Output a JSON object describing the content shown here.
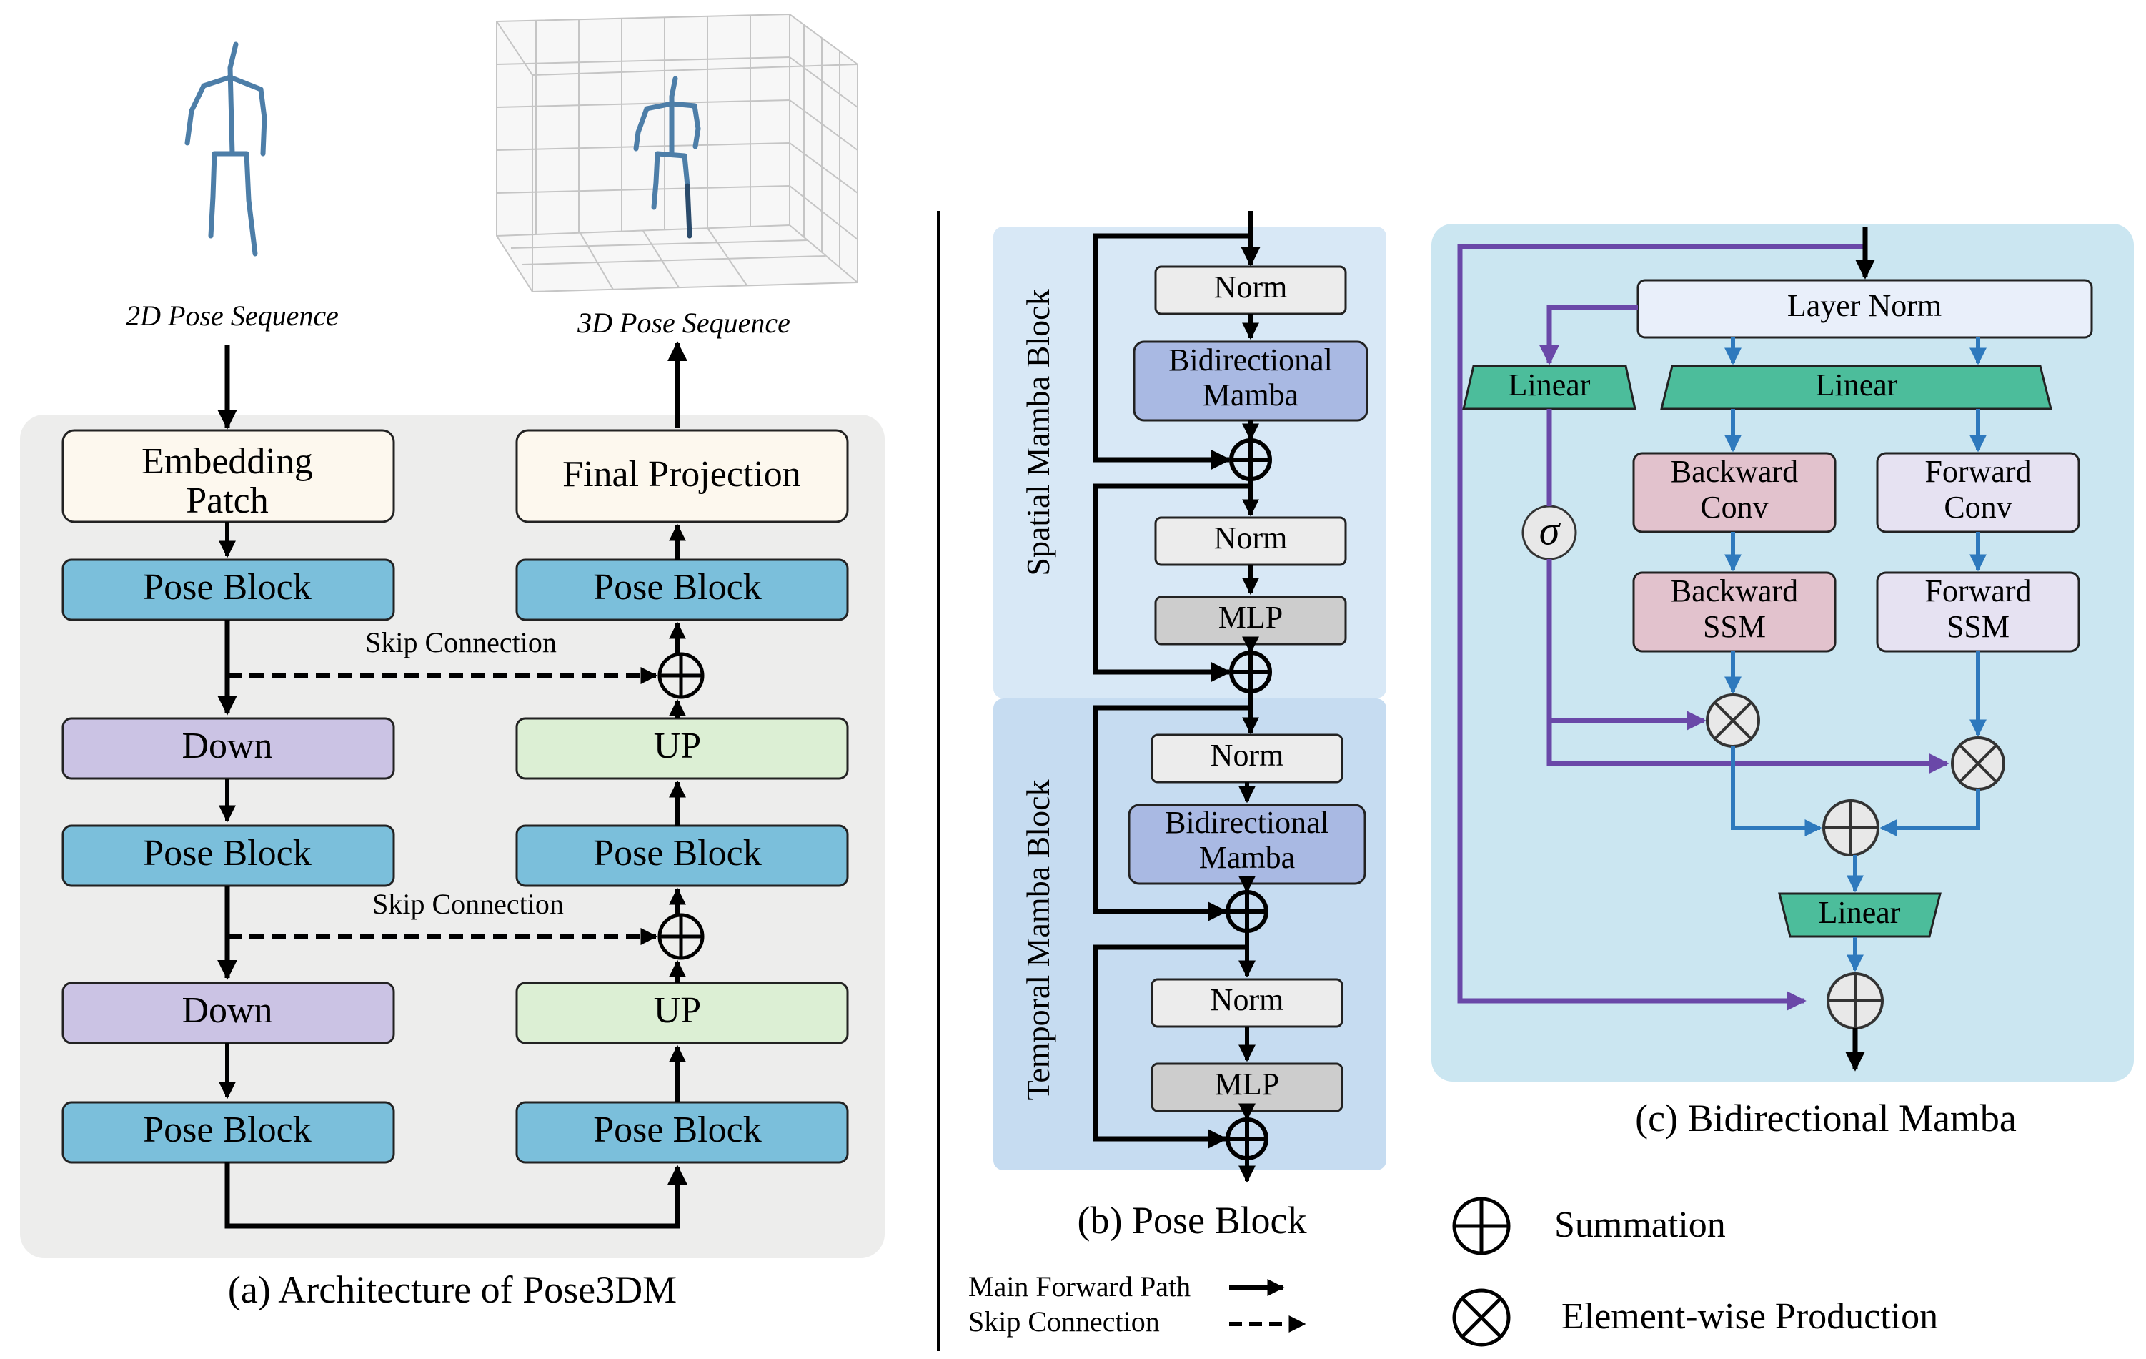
{
  "panel_a": {
    "caption": "(a) Architecture of Pose3DM",
    "pose2d_label": "2D Pose Sequence",
    "pose3d_label": "3D Pose Sequence",
    "embed_line1": "Embedding",
    "embed_line2": "Patch",
    "final_projection": "Final Projection",
    "pose_block": "Pose Block",
    "down": "Down",
    "up": "UP",
    "skip_connection": "Skip Connection"
  },
  "panel_b": {
    "caption": "(b) Pose Block",
    "spatial_label": "Spatial Mamba Block",
    "temporal_label": "Temporal Mamba Block",
    "norm": "Norm",
    "bimamba_line1": "Bidirectional",
    "bimamba_line2": "Mamba",
    "mlp": "MLP"
  },
  "panel_c": {
    "caption": "(c) Bidirectional Mamba",
    "layer_norm": "Layer Norm",
    "linear": "Linear",
    "sigma": "σ",
    "backward": "Backward",
    "forward": "Forward",
    "conv": "Conv",
    "ssm": "SSM"
  },
  "legend": {
    "main_path": "Main Forward Path",
    "skip_connection": "Skip Connection",
    "summation": "Summation",
    "elementwise": "Element-wise Production"
  },
  "colors": {
    "pose_block": "#7bbfdb",
    "down": "#cbc3e4",
    "up": "#dcefd4",
    "embed": "#fdf8ee",
    "panel_a_bg": "#ededec",
    "panel_b_spatial_bg": "#d8e8f6",
    "panel_b_temporal_bg": "#c6dcf1",
    "norm": "#ececec",
    "mamba": "#a9b9e3",
    "mlp": "#cdcdcd",
    "panel_c_bg": "#cbe6f1",
    "layer_norm": "#e9effa",
    "linear": "#4cbd9b",
    "backward": "#e2c2cd",
    "forward": "#e6e2f2",
    "purple": "#6a48a8",
    "blue": "#2e79bd"
  }
}
